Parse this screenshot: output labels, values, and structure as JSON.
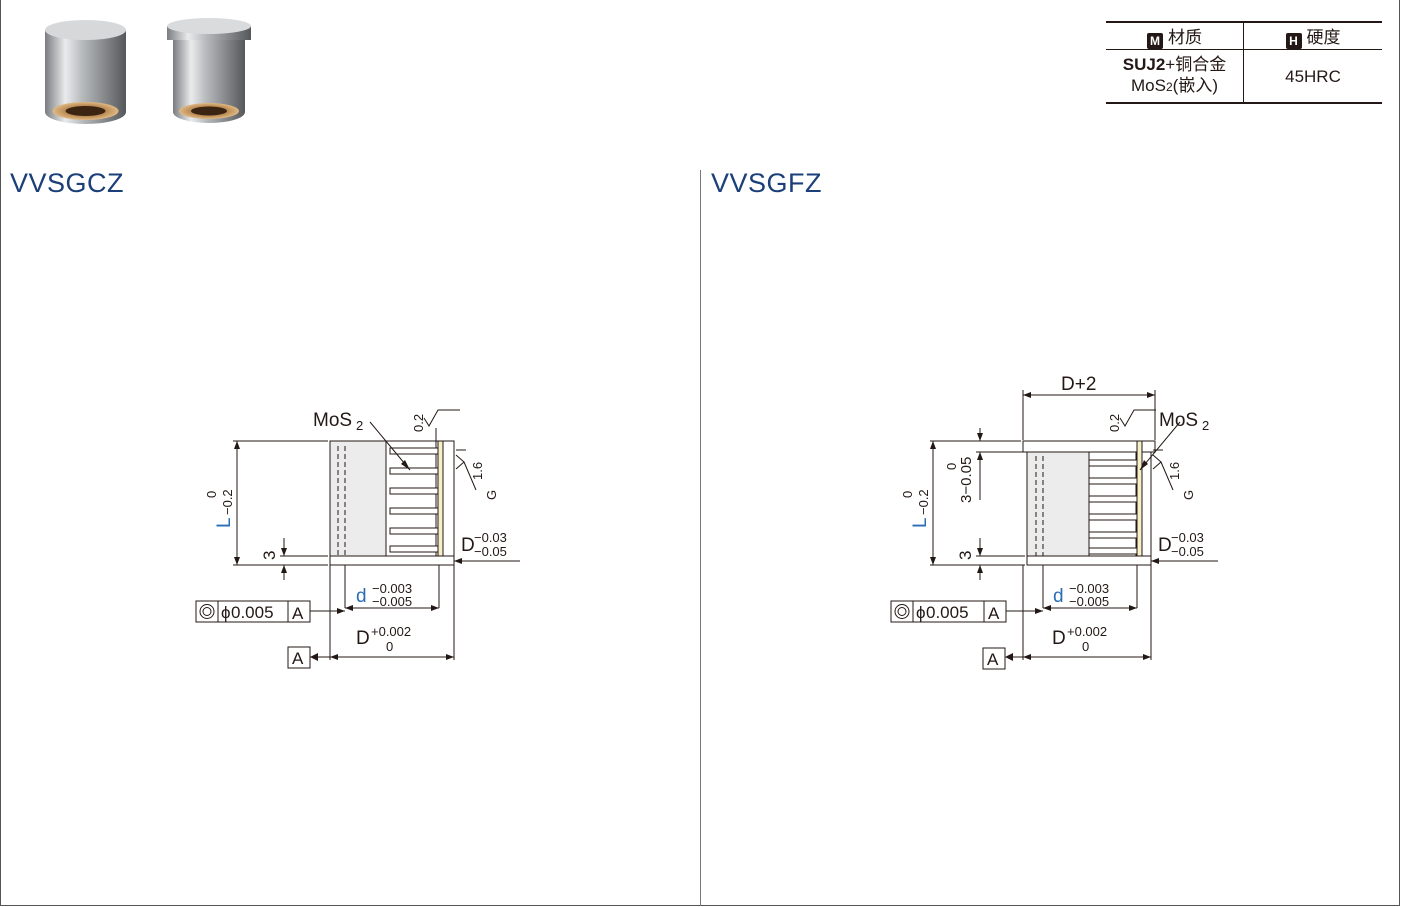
{
  "material_table": {
    "headers": [
      {
        "badge": "M",
        "label": "材质"
      },
      {
        "badge": "H",
        "label": "硬度"
      }
    ],
    "material_main": "SUJ2",
    "material_rest": "+铜合金",
    "material_line2": "MoS",
    "material_sub": "2",
    "material_line2_tail": "(嵌入)",
    "hardness": "45HRC"
  },
  "series": [
    {
      "code": "VVSGCZ"
    },
    {
      "code": "VVSGFZ"
    }
  ],
  "labels": {
    "mos": "MoS",
    "mos_sub": "2",
    "roughness_top": "0.2",
    "roughness_side": "1.6",
    "grind": "G",
    "L": "L",
    "L_tol_upper": "0",
    "L_tol_lower": "−0.2",
    "three": "3",
    "flange_tol": "3−0.05",
    "flange_tol_upper": "0",
    "D": "D",
    "D_tol_upper": "−0.03",
    "D_tol_lower": "−0.05",
    "d": "d",
    "d_tol_upper": "−0.003",
    "d_tol_lower": "−0.005",
    "D_bore_tol_upper": "+0.002",
    "D_bore_tol_lower": "0",
    "concentricity": "0.005",
    "phi": "ϕ",
    "datum": "A",
    "flange_dia": "D+2"
  },
  "colors": {
    "title": "#1b3f78",
    "dimension_blue": "#2a6db5",
    "mos_strip": "#f4efc6",
    "body_fill": "#ececec"
  }
}
